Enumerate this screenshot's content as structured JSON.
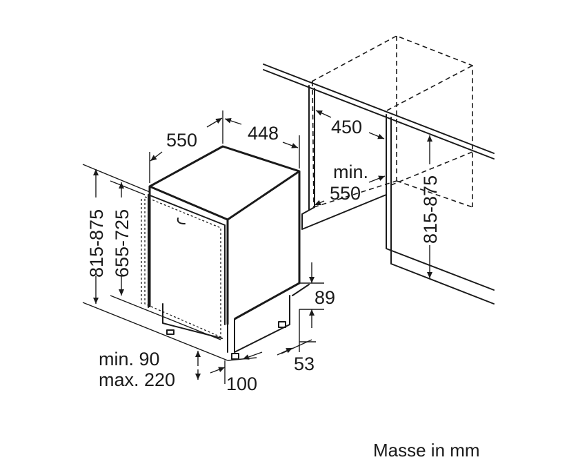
{
  "dimensions": {
    "depth_550": "550",
    "width_448": "448",
    "niche_depth_450": "450",
    "min_label": "min.",
    "min_depth_550": "550",
    "height_range_left": "815-875",
    "height_range_inner": "655-725",
    "height_range_right": "815-875",
    "plinth_89": "89",
    "foot_53": "53",
    "plinth_min": "min. 90",
    "plinth_max": "max. 220",
    "plinth_depth_100": "100"
  },
  "caption": "Masse in mm"
}
